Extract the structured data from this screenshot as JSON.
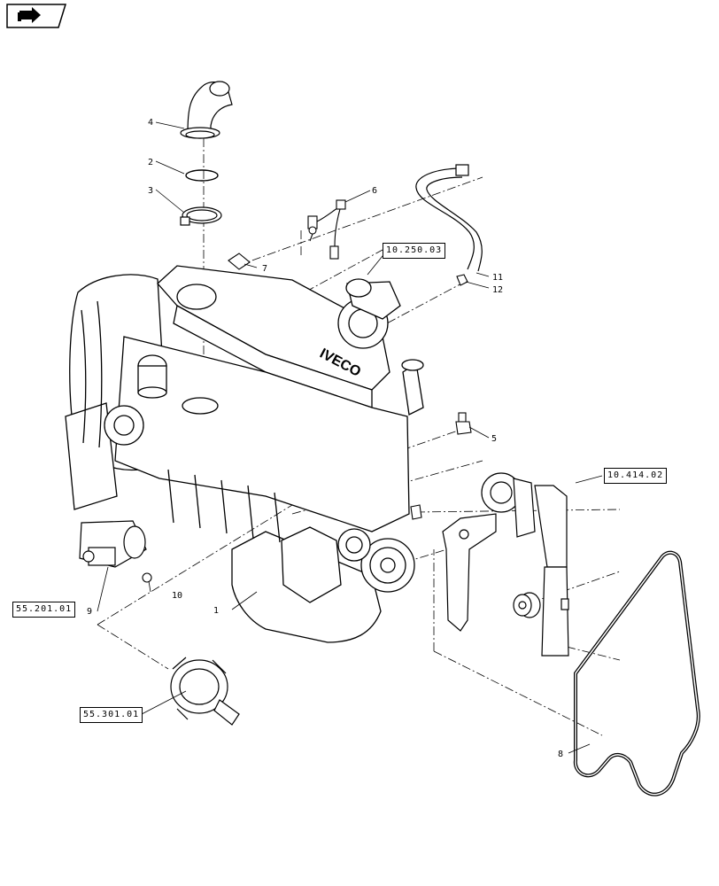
{
  "nav_icon": {
    "name": "next-page-arrow-icon"
  },
  "references": {
    "ref_10_250_03": "10.250.03",
    "ref_10_414_02": "10.414.02",
    "ref_55_201_01": "55.201.01",
    "ref_55_301_01": "55.301.01"
  },
  "callouts": {
    "c1": "1",
    "c2": "2",
    "c3": "3",
    "c4": "4",
    "c5": "5",
    "c6": "6",
    "c7": "7",
    "c8": "8",
    "c9": "9",
    "c10": "10",
    "c11": "11",
    "c12": "12"
  },
  "engine_brand": "IVECO",
  "colors": {
    "line": "#000000",
    "background": "#ffffff"
  }
}
